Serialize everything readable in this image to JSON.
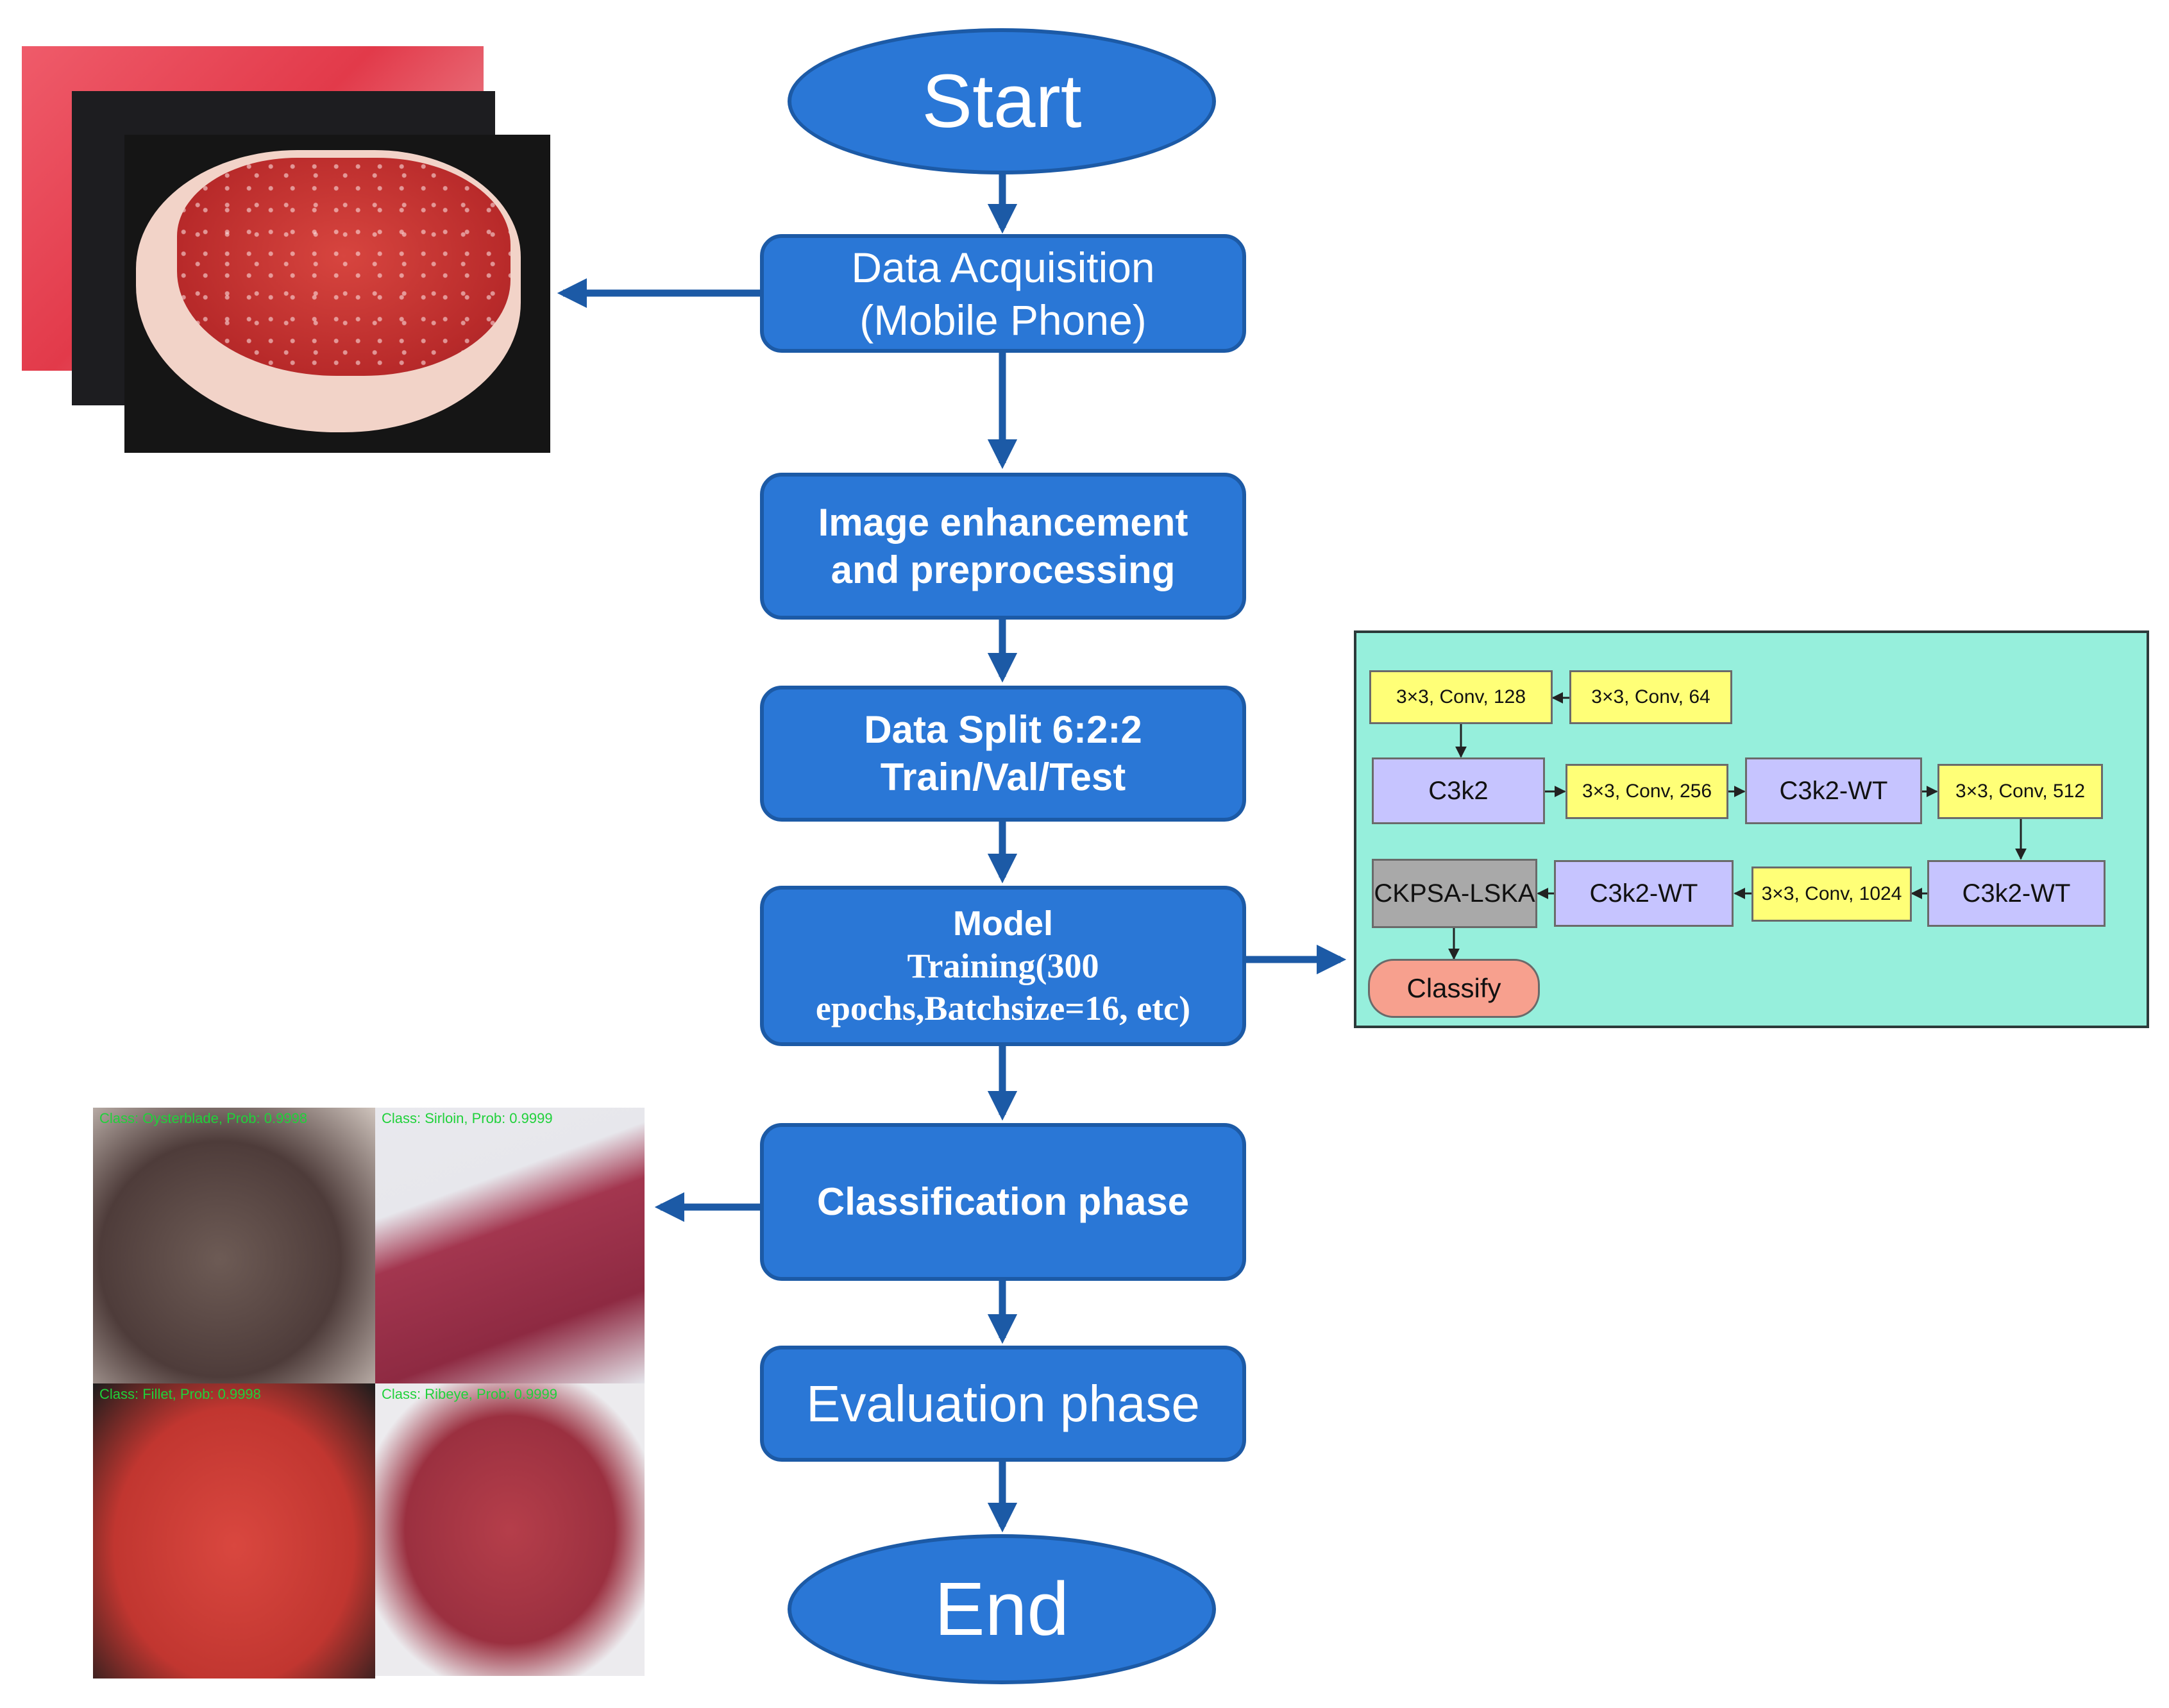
{
  "flow": {
    "start": "Start",
    "acquisition": [
      "Data Acquisition",
      "(Mobile Phone)"
    ],
    "enhancement": [
      "Image enhancement",
      "and preprocessing"
    ],
    "split": [
      "Data Split 6:2:2",
      "Train/Val/Test"
    ],
    "model": {
      "head": "Model",
      "body": [
        "Training(300",
        "epochs,Batchsize=16, etc)"
      ]
    },
    "classification": "Classification phase",
    "evaluation": "Evaluation phase",
    "end": "End"
  },
  "architecture": {
    "conv128": "3×3, Conv, 128",
    "conv64": "3×3, Conv, 64",
    "c3k2": "C3k2",
    "conv256": "3×3, Conv, 256",
    "c3k2wt_a": "C3k2-WT",
    "conv512": "3×3, Conv, 512",
    "ckpsa": "CKPSA-LSKA",
    "c3k2wt_b": "C3k2-WT",
    "conv1024": "3×3, Conv, 1024",
    "c3k2wt_c": "C3k2-WT",
    "classify": "Classify"
  },
  "results": [
    {
      "caption": "Class: Oysterblade, Prob: 0.9998"
    },
    {
      "caption": "Class: Sirloin, Prob: 0.9999"
    },
    {
      "caption": "Class: Fillet, Prob: 0.9998"
    },
    {
      "caption": "Class: Ribeye, Prob: 0.9999"
    }
  ],
  "colors": {
    "node_fill": "#2a77d6",
    "node_border": "#1c5aa6",
    "arrow": "#1c5aa6",
    "arch_panel": "#96efdc",
    "conv_block": "#ffff77",
    "c3k_block": "#c6c4ff",
    "ckpsa_block": "#a9a9a9",
    "classify_block": "#f7a08e",
    "caption_text": "#1fd13a"
  }
}
